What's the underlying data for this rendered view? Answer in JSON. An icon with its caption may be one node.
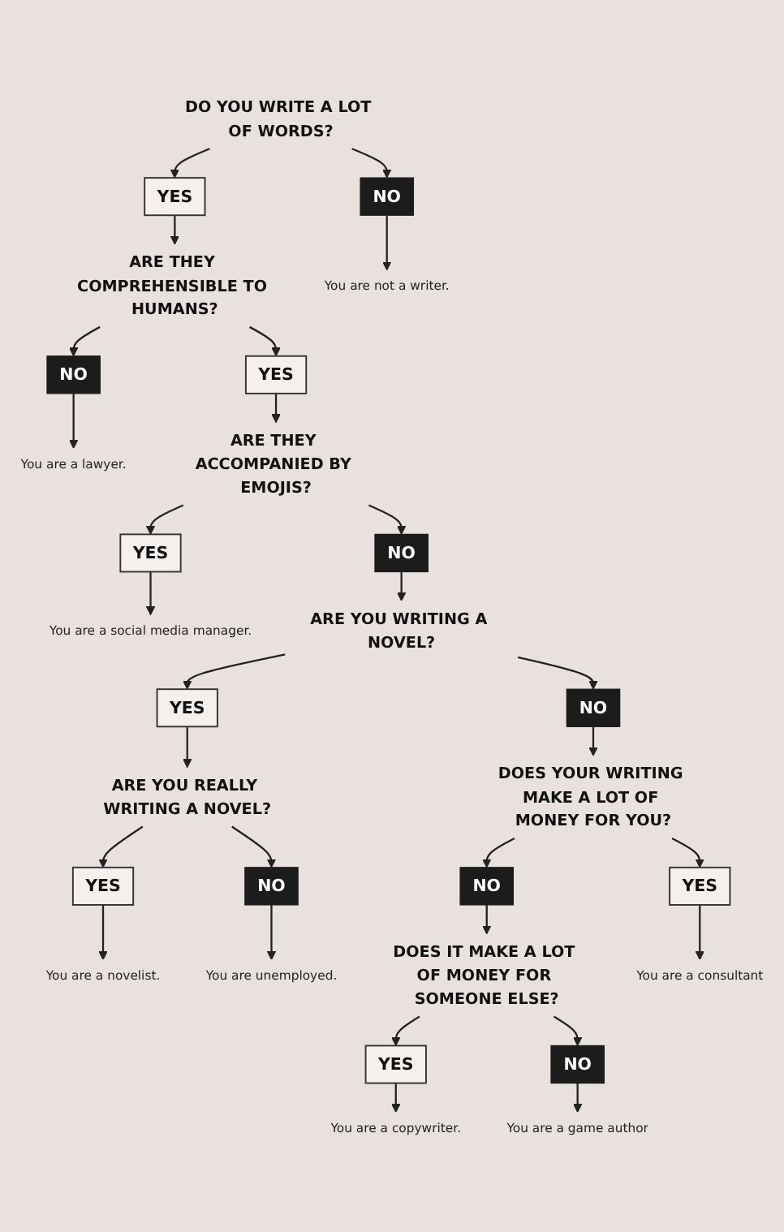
{
  "diagram": {
    "nodes": [
      {
        "text": [
          "DO YOU WRITE A LOT OF WORDS?"
        ]
      },
      {
        "text": [
          "NO"
        ]
      },
      {
        "text": [
          "YES"
        ]
      },
      {
        "text": [
          "ARE THEY COMPREHENSIBLE TO HUMANS?"
        ]
      },
      {
        "text": [
          "You are not a writer."
        ]
      },
      {
        "text": [
          "NO"
        ]
      },
      {
        "text": [
          "YES"
        ]
      },
      {
        "text": [
          "You are a novelist."
        ]
      },
      {
        "text": [
          "You are unemployed."
        ]
      },
      {
        "text": [
          "You are a lawyer."
        ]
      },
      {
        "text": [
          "ARE THEY ACCOMPANIED BY EMOJIS?"
        ]
      },
      {
        "text": [
          "NO"
        ]
      },
      {
        "text": [
          "YES"
        ]
      },
      {
        "text": [
          "ARE YOU REALLY WRITING A NOVEL?"
        ]
      },
      {
        "text": [
          "NO"
        ]
      },
      {
        "text": [
          "YES"
        ]
      },
      {
        "text": [
          "You are a social media manager."
        ]
      },
      {
        "text": [
          "DOES YOUR WRITING MAKE A LOT OF MONEY FOR YOU?"
        ]
      },
      {
        "text": [
          "YES"
        ]
      },
      {
        "text": [
          "ARE YOU WRITING A NOVEL?"
        ]
      },
      {
        "text": [
          "NO"
        ]
      },
      {
        "text": [
          "You are a copywriter."
        ]
      },
      {
        "text": [
          "DOES IT MAKE A LOT OF MONEY FOR SOMEONE ELSE?"
        ]
      },
      {
        "text": [
          "YES"
        ]
      },
      {
        "text": [
          "YES"
        ]
      },
      {
        "text": [
          "NO"
        ]
      },
      {
        "text": [
          "NO"
        ]
      },
      {
        "text": [
          "You are a game author"
        ]
      },
      {
        "text": [
          "You are a consultant"
        ]
      }
    ],
    "edges": [
      {
        "from": 0,
        "to": 1,
        "arrow": "to"
      },
      {
        "from": 0,
        "to": 2,
        "arrow": "to"
      },
      {
        "from": 1,
        "to": 4,
        "arrow": "to"
      },
      {
        "from": 2,
        "to": 3,
        "arrow": "to"
      },
      {
        "from": 3,
        "to": 5,
        "arrow": "to"
      },
      {
        "from": 3,
        "to": 6,
        "arrow": "to"
      },
      {
        "from": 5,
        "to": 9,
        "arrow": "to"
      },
      {
        "from": 6,
        "to": 10,
        "arrow": "to"
      },
      {
        "from": 10,
        "to": 14,
        "arrow": "to"
      },
      {
        "from": 10,
        "to": 15,
        "arrow": "to"
      },
      {
        "from": 15,
        "to": 16,
        "arrow": "to"
      },
      {
        "from": 14,
        "to": 19,
        "arrow": "to"
      },
      {
        "from": 19,
        "to": 18,
        "arrow": "to"
      },
      {
        "from": 19,
        "to": 20,
        "arrow": "to"
      },
      {
        "from": 18,
        "to": 13,
        "arrow": "to"
      },
      {
        "from": 20,
        "to": 17,
        "arrow": "to"
      },
      {
        "from": 13,
        "to": 11,
        "arrow": "to"
      },
      {
        "from": 13,
        "to": 12,
        "arrow": "to"
      },
      {
        "from": 11,
        "to": 8,
        "arrow": "to"
      },
      {
        "from": 12,
        "to": 7,
        "arrow": "to"
      },
      {
        "from": 17,
        "to": 24,
        "arrow": "to"
      },
      {
        "from": 17,
        "to": 25,
        "arrow": "to"
      },
      {
        "from": 24,
        "to": 28,
        "arrow": "to"
      },
      {
        "from": 25,
        "to": 22,
        "arrow": "to"
      },
      {
        "from": 22,
        "to": 23,
        "arrow": "to"
      },
      {
        "from": 22,
        "to": 26,
        "arrow": "to"
      },
      {
        "from": 23,
        "to": 21,
        "arrow": "to"
      },
      {
        "from": 26,
        "to": 27,
        "arrow": "to"
      }
    ]
  }
}
